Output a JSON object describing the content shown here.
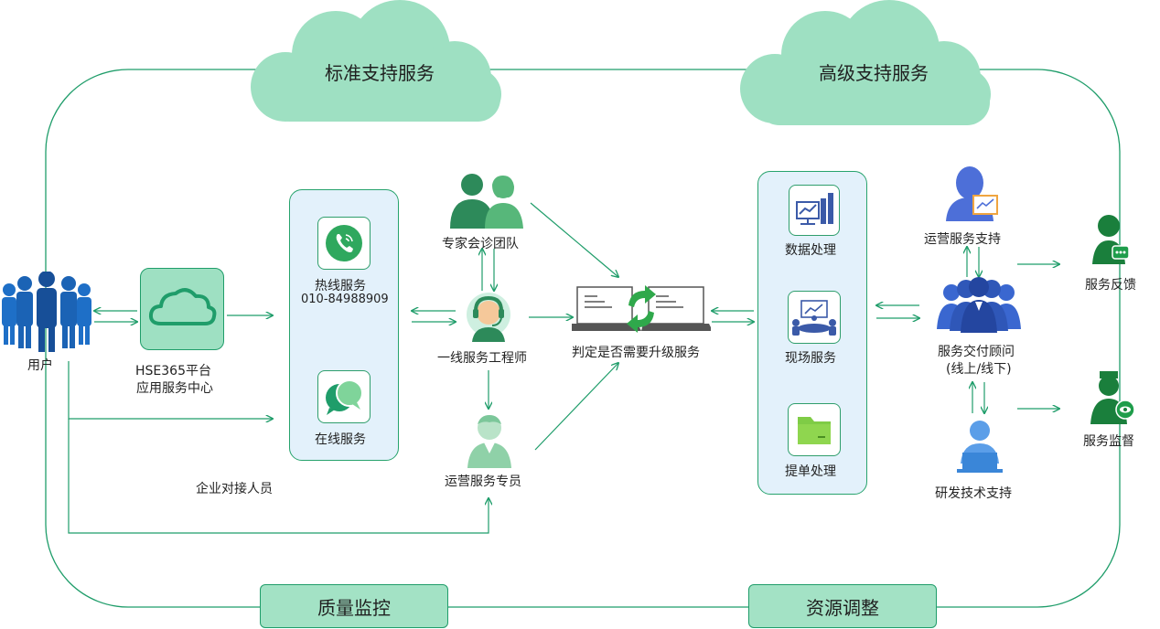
{
  "clouds": {
    "standard": "标准支持服务",
    "advanced": "高级支持服务"
  },
  "bottom_bars": {
    "quality": "质量监控",
    "resource": "资源调整"
  },
  "nodes": {
    "user": "用户",
    "platform_line1": "HSE365平台",
    "platform_line2": "应用服务中心",
    "hotline": "热线服务",
    "hotline_phone": "010-84988909",
    "online": "在线服务",
    "enterprise_contact": "企业对接人员",
    "expert_team": "专家会诊团队",
    "first_line": "一线服务工程师",
    "ops_specialist": "运营服务专员",
    "upgrade_decision": "判定是否需要升级服务",
    "data_processing": "数据处理",
    "onsite_service": "现场服务",
    "ticket_processing": "提单处理",
    "ops_support": "运营服务支持",
    "consultant_line1": "服务交付顾问",
    "consultant_line2": "(线上/线下)",
    "rd_support": "研发技术支持",
    "feedback": "服务反馈",
    "supervision": "服务监督"
  },
  "colors": {
    "primary_green": "#1f9d6a",
    "cloud_green": "#9ee0c2",
    "panel_blue": "#e3f1fb",
    "user_blue": "#1e6fc7",
    "consultant_blue": "#2f5fc9",
    "dark_green": "#1a7f3c"
  }
}
